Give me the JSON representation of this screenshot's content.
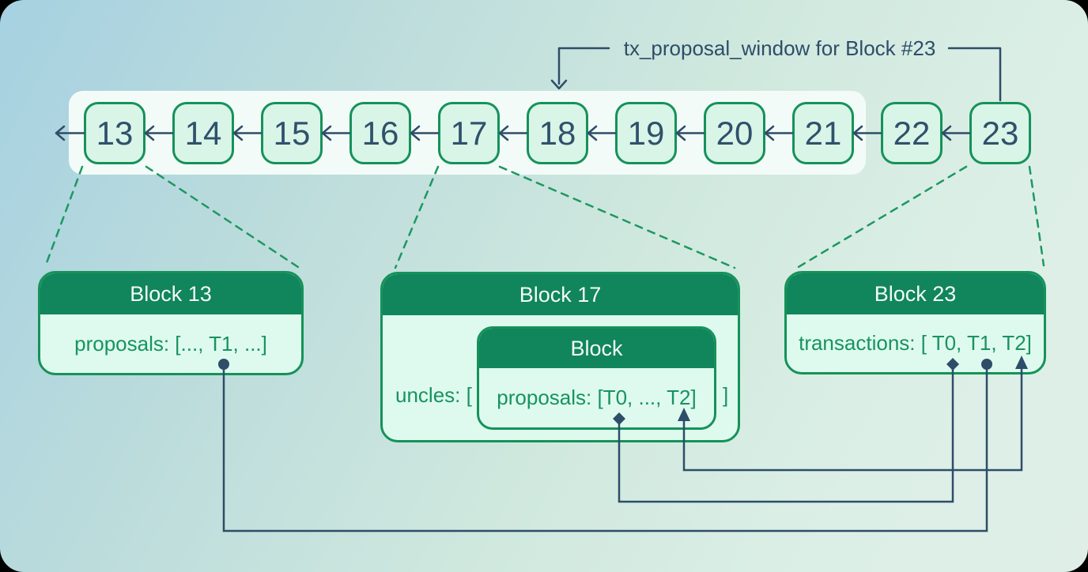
{
  "annotation": {
    "label": "tx_proposal_window for Block #23",
    "points_to": [
      "chain-block-18",
      "chain-block-23"
    ]
  },
  "chain": {
    "blocks": [
      "13",
      "14",
      "15",
      "16",
      "17",
      "18",
      "19",
      "20",
      "21",
      "22",
      "23"
    ],
    "link_arrow_direction": "left",
    "highlight_window_covers": [
      "13",
      "14",
      "15",
      "16",
      "17",
      "18",
      "19",
      "20",
      "21"
    ]
  },
  "detail_boxes": {
    "block13": {
      "title": "Block 13",
      "content": "proposals: [..., T1, ...]"
    },
    "block17": {
      "title": "Block 17",
      "field_prefix": "uncles: [",
      "field_suffix": "]",
      "nested": {
        "title": "Block",
        "content": "proposals: [T0, ..., T2]"
      }
    },
    "block23": {
      "title": "Block 23",
      "content": "transactions: [ T0, T1, T2]"
    }
  },
  "connections": [
    {
      "from": "block13-proposals-T1",
      "to": "block23-transactions-T1",
      "marker": "circle"
    },
    {
      "from": "block17-uncle-proposals-T0",
      "to": "block23-transactions-T0",
      "marker": "diamond"
    },
    {
      "from": "block17-uncle-proposals-T2",
      "to": "block23-transactions-T2",
      "marker": "arrow-up"
    }
  ],
  "colors": {
    "background_gradient_start": "#a6d1e1",
    "background_gradient_end": "#dfefe8",
    "block_border_green": "#15925a",
    "block_fill_mint": "#d8f5e7",
    "detail_header_green": "#11855b",
    "detail_body_mint": "#defaee",
    "text_green": "#17935f",
    "text_navy": "#30506b",
    "connector_navy": "#2e4d68",
    "dashed_green": "#1d9861",
    "window_band_white": "#f3fbf8"
  }
}
